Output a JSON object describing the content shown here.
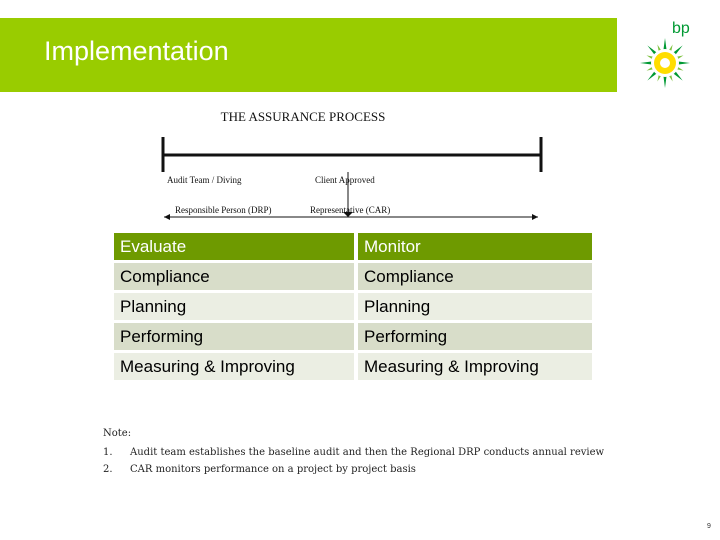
{
  "slide": {
    "title": "Implementation",
    "logo_text": "bp",
    "process_title": "THE ASSURANCE PROCESS",
    "page_number": "9"
  },
  "timeline": {
    "left_label_line1": "Audit Team / Diving",
    "left_label_line2": "Responsible Person (DRP)",
    "right_label_line1": "Client Approved",
    "right_label_line2": "Representative   (CAR)"
  },
  "table": {
    "headers": [
      "Evaluate",
      "Monitor"
    ],
    "rows": [
      [
        "Compliance",
        "Compliance"
      ],
      [
        "Planning",
        "Planning"
      ],
      [
        "Performing",
        "Performing"
      ],
      [
        "Measuring & Improving",
        "Measuring & Improving"
      ]
    ]
  },
  "notes": {
    "heading": "Note:",
    "items": [
      {
        "num": "1.",
        "text": "Audit team establishes the baseline audit and then the Regional DRP conducts annual review"
      },
      {
        "num": "2.",
        "text": "CAR monitors performance on a project by project basis"
      }
    ]
  },
  "colors": {
    "title_bar": "#99cc00",
    "header_row": "#6e9a00",
    "row_dark": "#d8ddc9",
    "row_light": "#ebeee3",
    "logo_green": "#009933",
    "logo_yellow": "#ffdd00"
  }
}
